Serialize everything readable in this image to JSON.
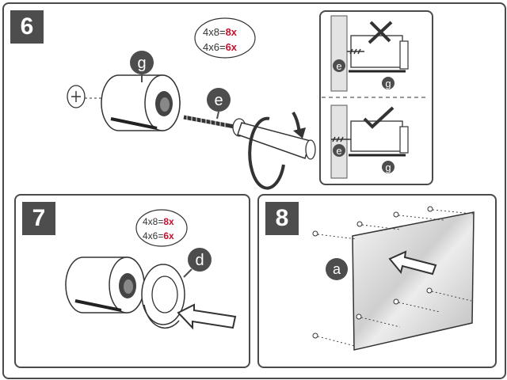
{
  "steps": {
    "s6": {
      "number": "6"
    },
    "s7": {
      "number": "7"
    },
    "s8": {
      "number": "8"
    }
  },
  "ratios": {
    "r1": {
      "prefix": "4x8=",
      "value": "8x"
    },
    "r2": {
      "prefix": "4x6=",
      "value": "6x"
    }
  },
  "labels": {
    "spacer": "g",
    "screw": "e",
    "washer": "d",
    "panel": "a"
  },
  "colors": {
    "frame": "#4a4a4a",
    "label_bg": "#4d4d4d",
    "accent_red": "#c8102e",
    "mirror": "#d9d9d9"
  },
  "icons": {
    "incorrect": "cross-mark-icon",
    "correct": "check-mark-icon",
    "rotate": "rotate-arrow-icon",
    "push": "push-arrow-icon"
  }
}
